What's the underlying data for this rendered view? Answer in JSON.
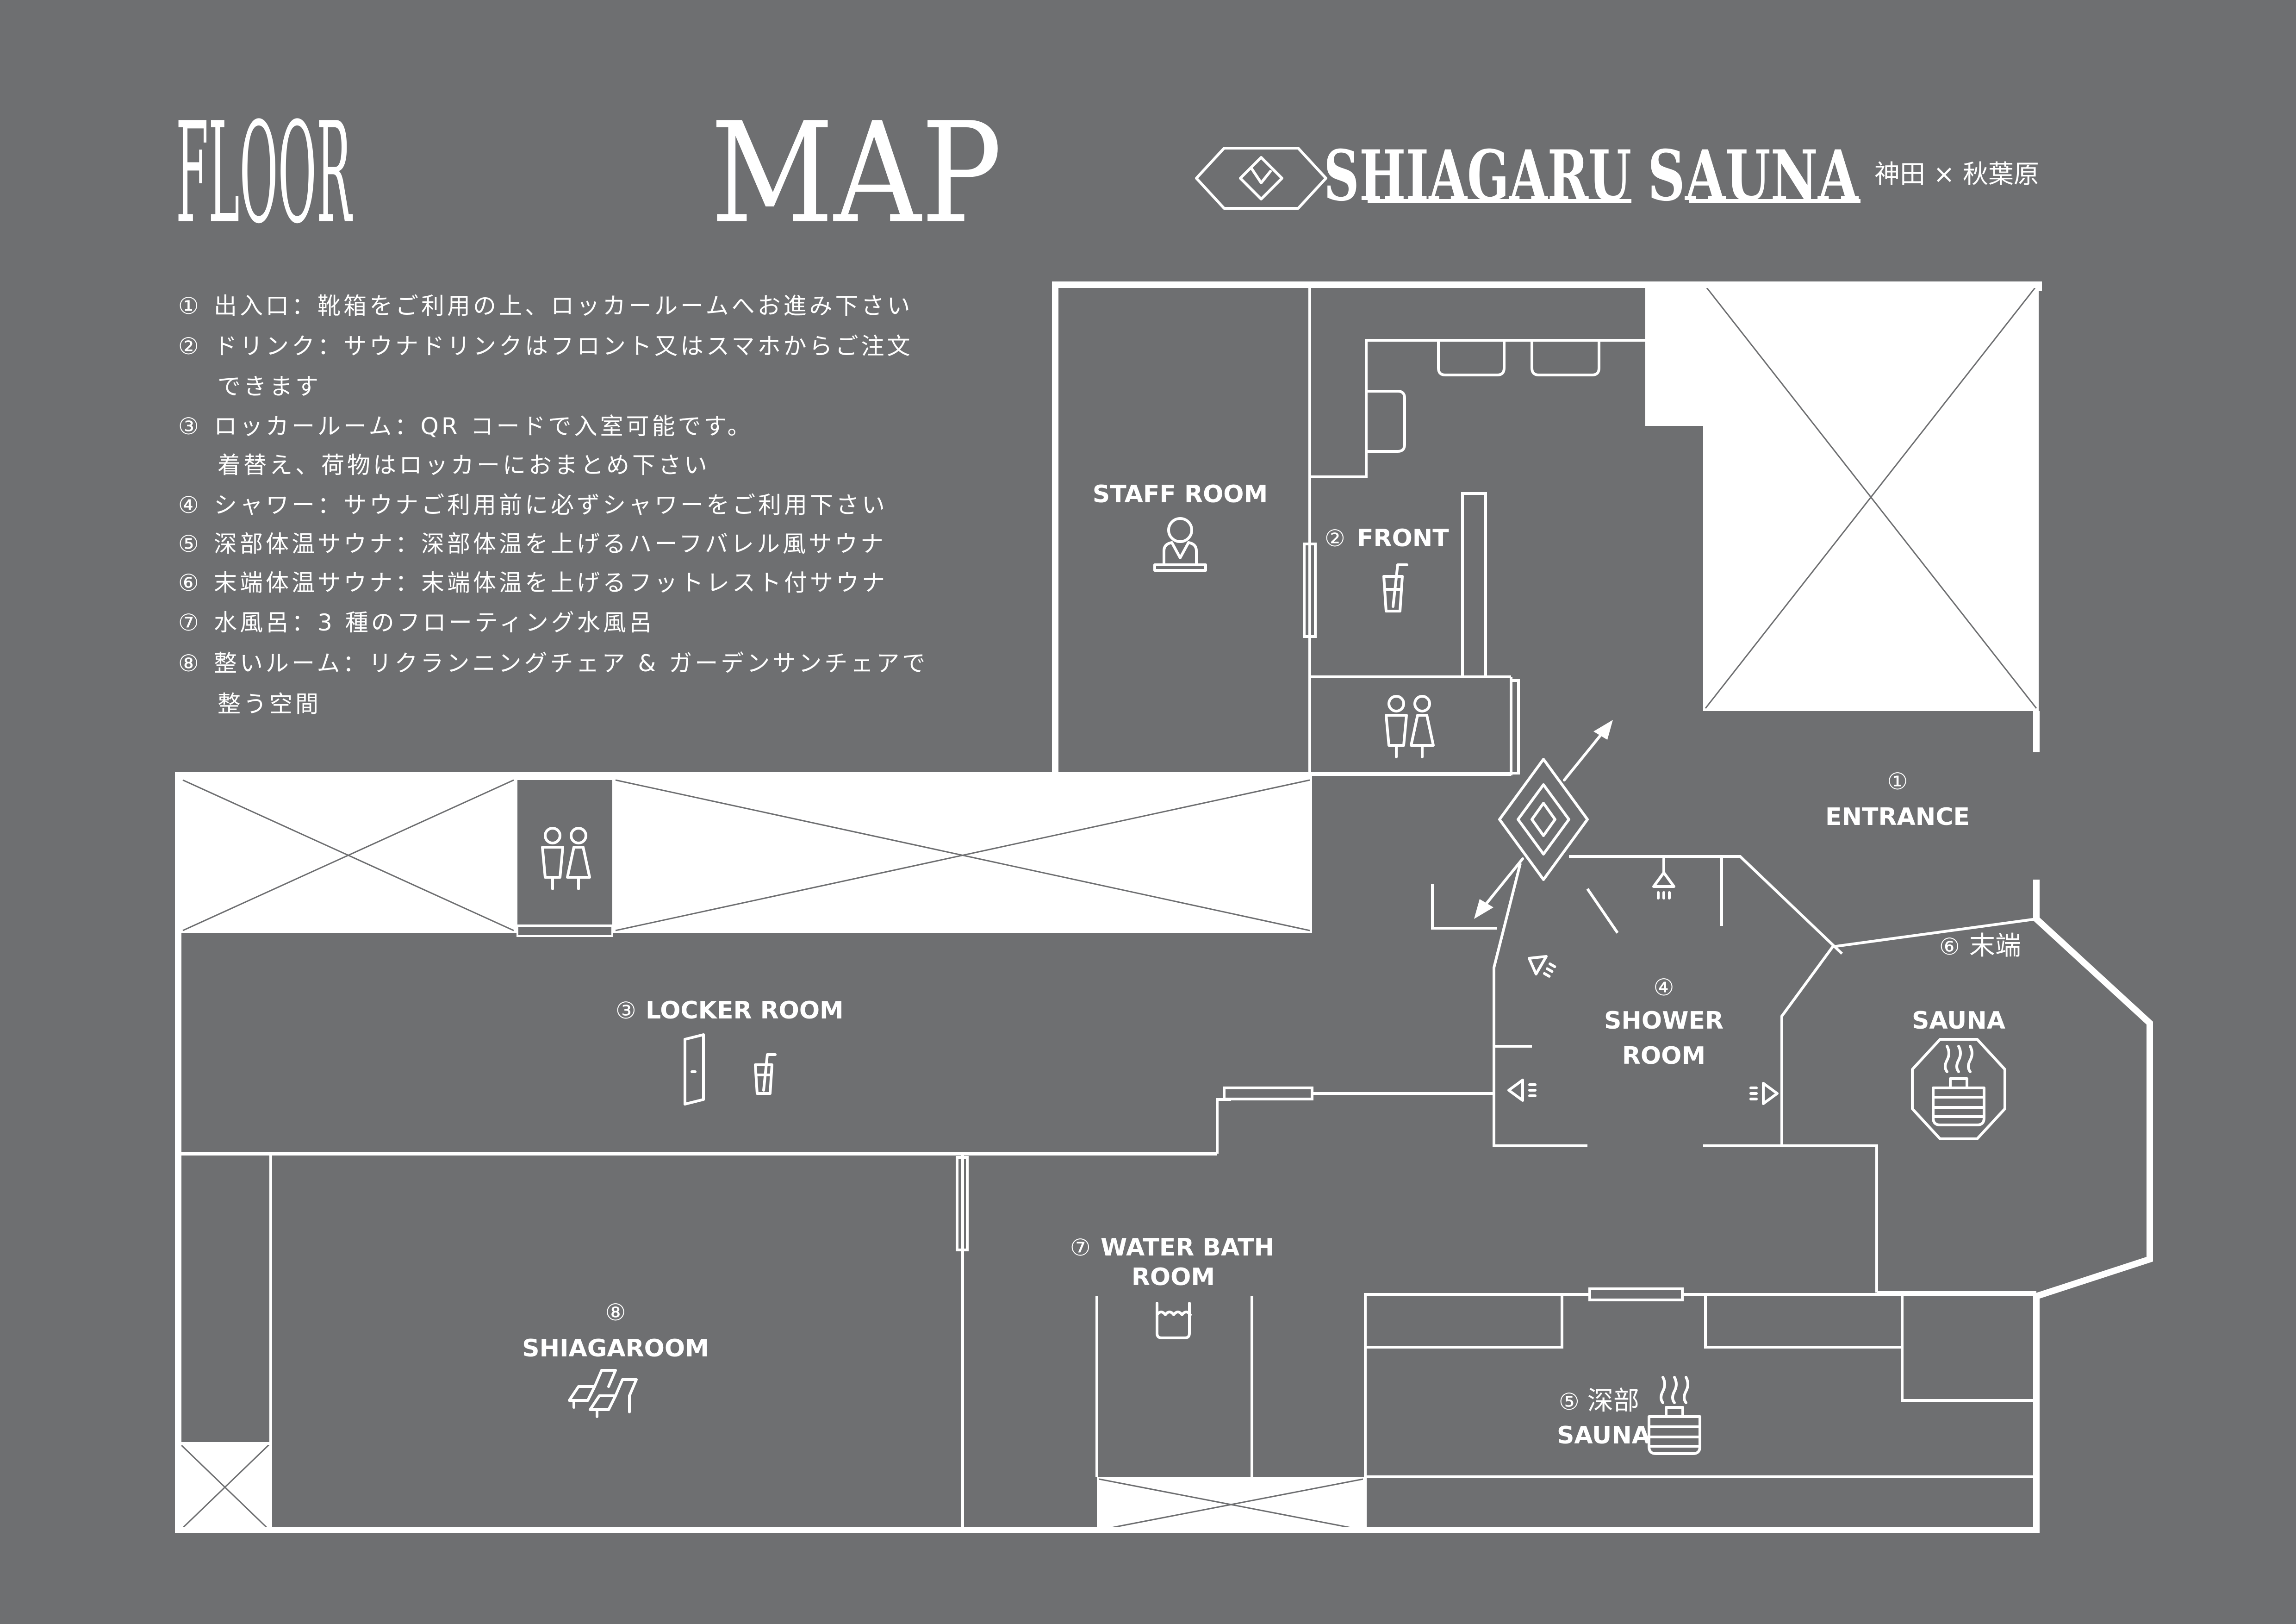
{
  "header": {
    "title_part1": "FLOOR",
    "title_part2": "MAP",
    "brand_name_1": "SHIAGARU",
    "brand_name_2": "SAUNA",
    "brand_location": "神田 × 秋葉原"
  },
  "colors": {
    "background": "#6e6f71",
    "lines": "#ffffff"
  },
  "legend": [
    {
      "num": "①",
      "lines": [
        "出入口：靴箱をご利用の上、ロッカールームへお進み下さい"
      ]
    },
    {
      "num": "②",
      "lines": [
        "ドリンク：サウナドリンクはフロント又はスマホからご注文",
        "できます"
      ]
    },
    {
      "num": "③",
      "lines": [
        "ロッカールーム：QR コードで入室可能です。",
        "着替え、荷物はロッカーにおまとめ下さい"
      ]
    },
    {
      "num": "④",
      "lines": [
        "シャワー：サウナご利用前に必ずシャワーをご利用下さい"
      ]
    },
    {
      "num": "⑤",
      "lines": [
        "深部体温サウナ：深部体温を上げるハーフバレル風サウナ"
      ]
    },
    {
      "num": "⑥",
      "lines": [
        "末端体温サウナ：末端体温を上げるフットレスト付サウナ"
      ]
    },
    {
      "num": "⑦",
      "lines": [
        "水風呂：3 種のフローティング水風呂"
      ]
    },
    {
      "num": "⑧",
      "lines": [
        "整いルーム：リクランニングチェア & ガーデンサンチェアで",
        "整う空間"
      ]
    }
  ],
  "rooms": {
    "staff": {
      "label": "STAFF ROOM",
      "icon": "receptionist-icon"
    },
    "front": {
      "num": "②",
      "label": "FRONT",
      "icon": "drink-icon"
    },
    "entrance": {
      "num": "①",
      "label": "ENTRANCE"
    },
    "locker": {
      "num": "③",
      "label": "LOCKER ROOM",
      "icons": [
        "door-icon",
        "drink-icon"
      ]
    },
    "shower": {
      "num": "④",
      "label_1": "SHOWER",
      "label_2": "ROOM",
      "icon": "shower-icon"
    },
    "sauna_end": {
      "num": "⑥",
      "jp": "末端",
      "label": "SAUNA",
      "icon": "sauna-stove-icon"
    },
    "water_bath": {
      "num": "⑦",
      "label_1": "WATER BATH",
      "label_2": "ROOM",
      "icon": "water-bath-icon"
    },
    "shiagaroom": {
      "num": "⑧",
      "label": "SHIAGAROOM",
      "icon": "lounge-chair-icon"
    },
    "sauna_deep": {
      "num": "⑤",
      "jp": "深部",
      "label": "SAUNA",
      "icon": "sauna-stove-icon"
    },
    "restroom_upper": {
      "icon": "restroom-icon"
    },
    "restroom_lower": {
      "icon": "restroom-icon"
    }
  }
}
